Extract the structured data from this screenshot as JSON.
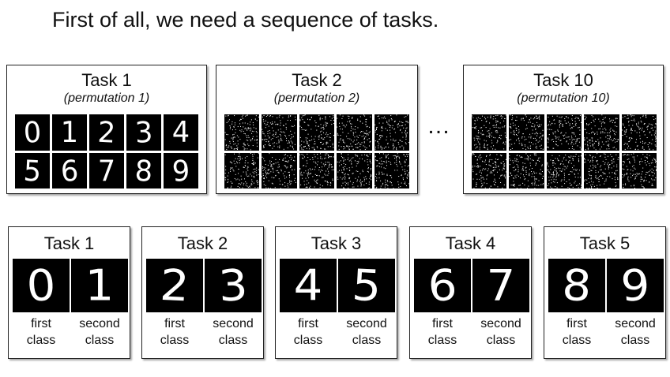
{
  "headline": "First of all, we need a sequence of tasks.",
  "ellipsis": "…",
  "top_row": [
    {
      "title": "Task 1",
      "subtitle": "(permutation 1)",
      "digits": [
        "0",
        "1",
        "2",
        "3",
        "4",
        "5",
        "6",
        "7",
        "8",
        "9"
      ],
      "noise": false
    },
    {
      "title": "Task 2",
      "subtitle": "(permutation 2)",
      "digits": [],
      "noise": true
    },
    {
      "title": "Task 10",
      "subtitle": "(permutation 10)",
      "digits": [],
      "noise": true
    }
  ],
  "bottom_row": [
    {
      "title": "Task 1",
      "digits": [
        "0",
        "1"
      ],
      "first_caption": "first\nclass",
      "second_caption": "second\nclass"
    },
    {
      "title": "Task 2",
      "digits": [
        "2",
        "3"
      ],
      "first_caption": "first\nclass",
      "second_caption": "second\nclass"
    },
    {
      "title": "Task 3",
      "digits": [
        "4",
        "5"
      ],
      "first_caption": "first\nclass",
      "second_caption": "second\nclass"
    },
    {
      "title": "Task 4",
      "digits": [
        "6",
        "7"
      ],
      "first_caption": "first\nclass",
      "second_caption": "second\nclass"
    },
    {
      "title": "Task 5",
      "digits": [
        "8",
        "9"
      ],
      "first_caption": "first\nclass",
      "second_caption": "second\nclass"
    }
  ],
  "colors": {
    "tile": "#000000",
    "digit": "#ffffff",
    "border": "#222222"
  }
}
